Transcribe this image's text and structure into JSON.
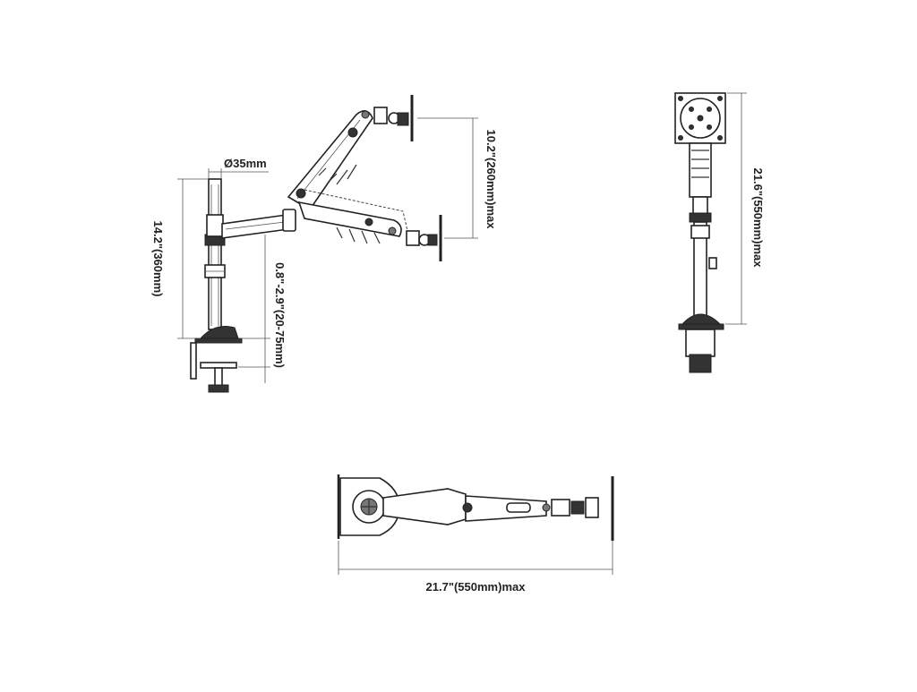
{
  "dimensions": {
    "pole_diameter": "Ø35mm",
    "pole_height": "14.2\"(360mm)",
    "desk_clamp_range": "0.8\"-2.9\"(20-75mm)",
    "vertical_adjust": "10.2\"(260mm)max",
    "total_height": "21.6\"(550mm)max",
    "max_reach": "21.7\"(550mm)max"
  },
  "icons": {
    "side_view": "monitor-arm-side-view-icon",
    "front_view": "monitor-arm-front-view-icon",
    "top_view": "monitor-arm-top-view-icon"
  },
  "colors": {
    "line": "#333333",
    "background": "#ffffff"
  }
}
